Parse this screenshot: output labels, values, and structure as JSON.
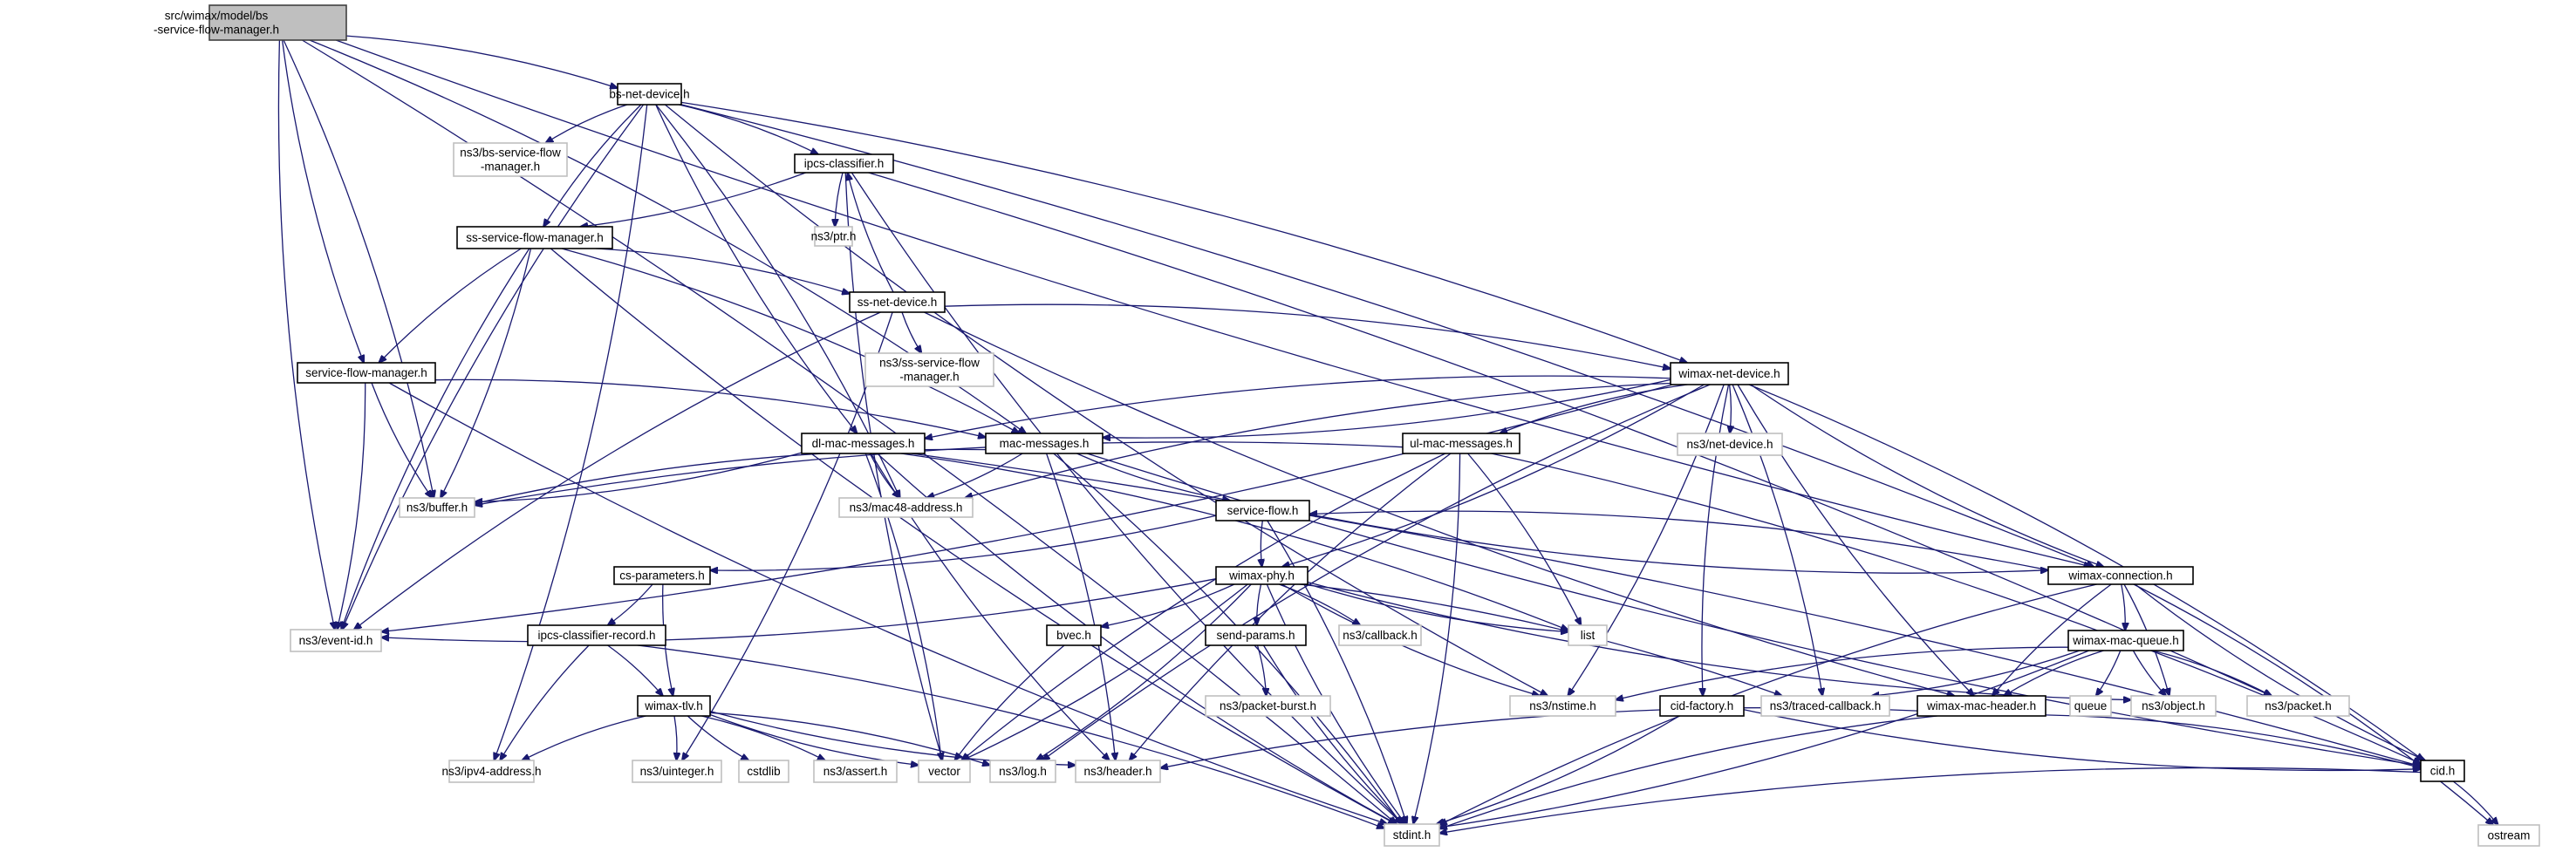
{
  "diagram": {
    "type": "include-dependency-graph",
    "root": "root",
    "colors": {
      "edge": "#191970",
      "root_fill": "#bfbfbf",
      "internal_border": "#000000",
      "external_border": "#bfbfbf"
    },
    "nodes": [
      {
        "id": "root",
        "label": [
          "src/wimax/model/bs",
          "-service-flow-manager.h"
        ],
        "kind": "root"
      },
      {
        "id": "bs-net-device",
        "label": [
          "bs-net-device.h"
        ],
        "kind": "internal"
      },
      {
        "id": "ns3-bs-sfm",
        "label": [
          "ns3/bs-service-flow",
          "-manager.h"
        ],
        "kind": "external"
      },
      {
        "id": "ipcs-classifier",
        "label": [
          "ipcs-classifier.h"
        ],
        "kind": "internal"
      },
      {
        "id": "ns3-ptr",
        "label": [
          "ns3/ptr.h"
        ],
        "kind": "external"
      },
      {
        "id": "ss-sfm",
        "label": [
          "ss-service-flow-manager.h"
        ],
        "kind": "internal"
      },
      {
        "id": "ss-net-device",
        "label": [
          "ss-net-device.h"
        ],
        "kind": "internal"
      },
      {
        "id": "ns3-ss-sfm",
        "label": [
          "ns3/ss-service-flow",
          "-manager.h"
        ],
        "kind": "external"
      },
      {
        "id": "sfm",
        "label": [
          "service-flow-manager.h"
        ],
        "kind": "internal"
      },
      {
        "id": "wimax-net-device",
        "label": [
          "wimax-net-device.h"
        ],
        "kind": "internal"
      },
      {
        "id": "dl-mac-messages",
        "label": [
          "dl-mac-messages.h"
        ],
        "kind": "internal"
      },
      {
        "id": "mac-messages",
        "label": [
          "mac-messages.h"
        ],
        "kind": "internal"
      },
      {
        "id": "ul-mac-messages",
        "label": [
          "ul-mac-messages.h"
        ],
        "kind": "internal"
      },
      {
        "id": "ns3-net-device",
        "label": [
          "ns3/net-device.h"
        ],
        "kind": "external"
      },
      {
        "id": "ns3-buffer",
        "label": [
          "ns3/buffer.h"
        ],
        "kind": "external"
      },
      {
        "id": "ns3-mac48",
        "label": [
          "ns3/mac48-address.h"
        ],
        "kind": "external"
      },
      {
        "id": "service-flow",
        "label": [
          "service-flow.h"
        ],
        "kind": "internal"
      },
      {
        "id": "cs-parameters",
        "label": [
          "cs-parameters.h"
        ],
        "kind": "internal"
      },
      {
        "id": "wimax-phy",
        "label": [
          "wimax-phy.h"
        ],
        "kind": "internal"
      },
      {
        "id": "wimax-connection",
        "label": [
          "wimax-connection.h"
        ],
        "kind": "internal"
      },
      {
        "id": "ns3-event-id",
        "label": [
          "ns3/event-id.h"
        ],
        "kind": "external"
      },
      {
        "id": "ipcs-classifier-record",
        "label": [
          "ipcs-classifier-record.h"
        ],
        "kind": "internal"
      },
      {
        "id": "bvec",
        "label": [
          "bvec.h"
        ],
        "kind": "internal"
      },
      {
        "id": "send-params",
        "label": [
          "send-params.h"
        ],
        "kind": "internal"
      },
      {
        "id": "ns3-callback",
        "label": [
          "ns3/callback.h"
        ],
        "kind": "external"
      },
      {
        "id": "list",
        "label": [
          "list"
        ],
        "kind": "external"
      },
      {
        "id": "wimax-mac-queue",
        "label": [
          "wimax-mac-queue.h"
        ],
        "kind": "internal"
      },
      {
        "id": "wimax-tlv",
        "label": [
          "wimax-tlv.h"
        ],
        "kind": "internal"
      },
      {
        "id": "ns3-packet-burst",
        "label": [
          "ns3/packet-burst.h"
        ],
        "kind": "external"
      },
      {
        "id": "ns3-nstime",
        "label": [
          "ns3/nstime.h"
        ],
        "kind": "external"
      },
      {
        "id": "cid-factory",
        "label": [
          "cid-factory.h"
        ],
        "kind": "internal"
      },
      {
        "id": "ns3-traced-callback",
        "label": [
          "ns3/traced-callback.h"
        ],
        "kind": "external"
      },
      {
        "id": "wimax-mac-header",
        "label": [
          "wimax-mac-header.h"
        ],
        "kind": "internal"
      },
      {
        "id": "queue",
        "label": [
          "queue"
        ],
        "kind": "external"
      },
      {
        "id": "ns3-object",
        "label": [
          "ns3/object.h"
        ],
        "kind": "external"
      },
      {
        "id": "ns3-packet",
        "label": [
          "ns3/packet.h"
        ],
        "kind": "external"
      },
      {
        "id": "cid",
        "label": [
          "cid.h"
        ],
        "kind": "internal"
      },
      {
        "id": "ns3-ipv4",
        "label": [
          "ns3/ipv4-address.h"
        ],
        "kind": "external"
      },
      {
        "id": "ns3-uinteger",
        "label": [
          "ns3/uinteger.h"
        ],
        "kind": "external"
      },
      {
        "id": "cstdlib",
        "label": [
          "cstdlib"
        ],
        "kind": "external"
      },
      {
        "id": "ns3-assert",
        "label": [
          "ns3/assert.h"
        ],
        "kind": "external"
      },
      {
        "id": "vector",
        "label": [
          "vector"
        ],
        "kind": "external"
      },
      {
        "id": "ns3-log",
        "label": [
          "ns3/log.h"
        ],
        "kind": "external"
      },
      {
        "id": "ns3-header",
        "label": [
          "ns3/header.h"
        ],
        "kind": "external"
      },
      {
        "id": "stdint",
        "label": [
          "stdint.h"
        ],
        "kind": "external"
      },
      {
        "id": "ostream",
        "label": [
          "ostream"
        ],
        "kind": "external"
      }
    ],
    "edges": [
      [
        "root",
        "bs-net-device"
      ],
      [
        "root",
        "sfm"
      ],
      [
        "root",
        "ns3-buffer"
      ],
      [
        "root",
        "ns3-event-id"
      ],
      [
        "root",
        "mac-messages"
      ],
      [
        "root",
        "wimax-connection"
      ],
      [
        "root",
        "stdint"
      ],
      [
        "bs-net-device",
        "ns3-bs-sfm"
      ],
      [
        "bs-net-device",
        "ipcs-classifier"
      ],
      [
        "bs-net-device",
        "ss-sfm"
      ],
      [
        "bs-net-device",
        "wimax-net-device"
      ],
      [
        "bs-net-device",
        "dl-mac-messages"
      ],
      [
        "bs-net-device",
        "ns3-mac48"
      ],
      [
        "bs-net-device",
        "ns3-event-id"
      ],
      [
        "bs-net-device",
        "ns3-ipv4"
      ],
      [
        "bs-net-device",
        "ns3-nstime"
      ],
      [
        "bs-net-device",
        "wimax-connection"
      ],
      [
        "ipcs-classifier",
        "ns3-ptr"
      ],
      [
        "ipcs-classifier",
        "ss-sfm"
      ],
      [
        "ipcs-classifier",
        "vector"
      ],
      [
        "ipcs-classifier",
        "ns3-packet"
      ],
      [
        "ipcs-classifier",
        "stdint"
      ],
      [
        "ss-sfm",
        "ss-net-device"
      ],
      [
        "ss-sfm",
        "sfm"
      ],
      [
        "ss-sfm",
        "ns3-buffer"
      ],
      [
        "ss-sfm",
        "ns3-event-id"
      ],
      [
        "ss-sfm",
        "mac-messages"
      ],
      [
        "ss-sfm",
        "stdint"
      ],
      [
        "ss-net-device",
        "ipcs-classifier"
      ],
      [
        "ss-net-device",
        "ns3-ss-sfm"
      ],
      [
        "ss-net-device",
        "wimax-net-device"
      ],
      [
        "ss-net-device",
        "ns3-event-id"
      ],
      [
        "ss-net-device",
        "ns3-uinteger"
      ],
      [
        "ss-net-device",
        "wimax-mac-header"
      ],
      [
        "sfm",
        "mac-messages"
      ],
      [
        "sfm",
        "ns3-buffer"
      ],
      [
        "sfm",
        "ns3-event-id"
      ],
      [
        "sfm",
        "stdint"
      ],
      [
        "wimax-net-device",
        "ns3-net-device"
      ],
      [
        "wimax-net-device",
        "dl-mac-messages"
      ],
      [
        "wimax-net-device",
        "mac-messages"
      ],
      [
        "wimax-net-device",
        "ul-mac-messages"
      ],
      [
        "wimax-net-device",
        "wimax-phy"
      ],
      [
        "wimax-net-device",
        "wimax-connection"
      ],
      [
        "wimax-net-device",
        "ns3-event-id"
      ],
      [
        "wimax-net-device",
        "ns3-mac48"
      ],
      [
        "wimax-net-device",
        "ns3-nstime"
      ],
      [
        "wimax-net-device",
        "cid-factory"
      ],
      [
        "wimax-net-device",
        "ns3-traced-callback"
      ],
      [
        "wimax-net-device",
        "wimax-mac-header"
      ],
      [
        "wimax-net-device",
        "cid"
      ],
      [
        "wimax-net-device",
        "ns3-log"
      ],
      [
        "dl-mac-messages",
        "ns3-buffer"
      ],
      [
        "dl-mac-messages",
        "ns3-mac48"
      ],
      [
        "dl-mac-messages",
        "vector"
      ],
      [
        "dl-mac-messages",
        "ns3-header"
      ],
      [
        "dl-mac-messages",
        "cid"
      ],
      [
        "dl-mac-messages",
        "stdint"
      ],
      [
        "dl-mac-messages",
        "list"
      ],
      [
        "mac-messages",
        "ns3-buffer"
      ],
      [
        "mac-messages",
        "ns3-mac48"
      ],
      [
        "mac-messages",
        "service-flow"
      ],
      [
        "mac-messages",
        "ns3-header"
      ],
      [
        "mac-messages",
        "cid"
      ],
      [
        "mac-messages",
        "stdint"
      ],
      [
        "ul-mac-messages",
        "ns3-buffer"
      ],
      [
        "ul-mac-messages",
        "list"
      ],
      [
        "ul-mac-messages",
        "ns3-header"
      ],
      [
        "ul-mac-messages",
        "stdint"
      ],
      [
        "ul-mac-messages",
        "vector"
      ],
      [
        "ul-mac-messages",
        "cid"
      ],
      [
        "service-flow",
        "wimax-phy"
      ],
      [
        "service-flow",
        "cs-parameters"
      ],
      [
        "service-flow",
        "wimax-connection"
      ],
      [
        "service-flow",
        "stdint"
      ],
      [
        "wimax-connection",
        "service-flow"
      ],
      [
        "wimax-connection",
        "wimax-mac-queue"
      ],
      [
        "wimax-connection",
        "wimax-mac-header"
      ],
      [
        "wimax-connection",
        "ns3-object"
      ],
      [
        "wimax-connection",
        "cid"
      ],
      [
        "wimax-connection",
        "ostream"
      ],
      [
        "wimax-connection",
        "stdint"
      ],
      [
        "cs-parameters",
        "ipcs-classifier-record"
      ],
      [
        "cs-parameters",
        "wimax-tlv"
      ],
      [
        "ipcs-classifier-record",
        "wimax-tlv"
      ],
      [
        "ipcs-classifier-record",
        "ns3-ipv4"
      ],
      [
        "ipcs-classifier-record",
        "stdint"
      ],
      [
        "wimax-tlv",
        "ns3-ipv4"
      ],
      [
        "wimax-tlv",
        "ns3-uinteger"
      ],
      [
        "wimax-tlv",
        "cstdlib"
      ],
      [
        "wimax-tlv",
        "ns3-assert"
      ],
      [
        "wimax-tlv",
        "vector"
      ],
      [
        "wimax-tlv",
        "ns3-log"
      ],
      [
        "wimax-tlv",
        "ns3-header"
      ],
      [
        "wimax-phy",
        "bvec"
      ],
      [
        "wimax-phy",
        "send-params"
      ],
      [
        "wimax-phy",
        "ns3-callback"
      ],
      [
        "wimax-phy",
        "list"
      ],
      [
        "wimax-phy",
        "ns3-event-id"
      ],
      [
        "wimax-phy",
        "ns3-nstime"
      ],
      [
        "wimax-phy",
        "ns3-log"
      ],
      [
        "wimax-phy",
        "stdint"
      ],
      [
        "wimax-phy",
        "ns3-traced-callback"
      ],
      [
        "wimax-phy",
        "ns3-object"
      ],
      [
        "wimax-phy",
        "vector"
      ],
      [
        "bvec",
        "vector"
      ],
      [
        "send-params",
        "ns3-packet-burst"
      ],
      [
        "send-params",
        "stdint"
      ],
      [
        "wimax-mac-queue",
        "queue"
      ],
      [
        "wimax-mac-queue",
        "ns3-object"
      ],
      [
        "wimax-mac-queue",
        "ns3-packet"
      ],
      [
        "wimax-mac-queue",
        "wimax-mac-header"
      ],
      [
        "wimax-mac-queue",
        "ns3-traced-callback"
      ],
      [
        "wimax-mac-queue",
        "ns3-nstime"
      ],
      [
        "wimax-mac-queue",
        "stdint"
      ],
      [
        "cid-factory",
        "cid"
      ],
      [
        "cid-factory",
        "stdint"
      ],
      [
        "wimax-mac-header",
        "ns3-header"
      ],
      [
        "wimax-mac-header",
        "cid"
      ],
      [
        "wimax-mac-header",
        "stdint"
      ],
      [
        "cid",
        "ostream"
      ],
      [
        "cid",
        "stdint"
      ]
    ]
  }
}
